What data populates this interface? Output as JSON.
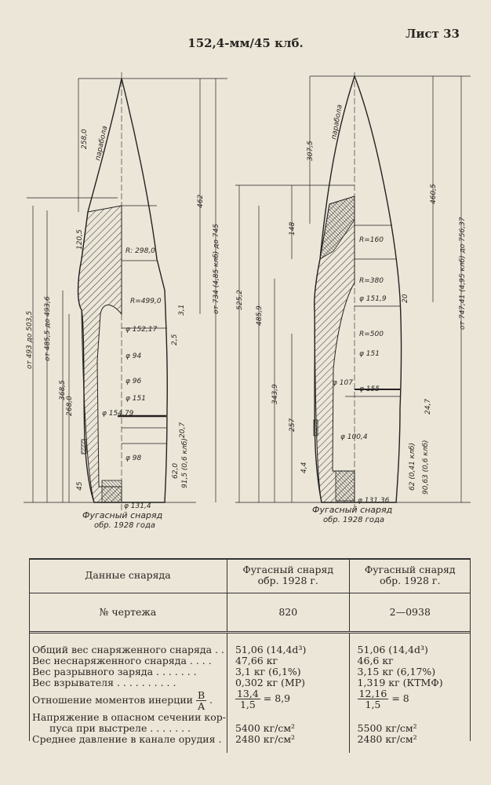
{
  "sheet_label": "Лист 33",
  "title": "152,4-мм/45 клб.",
  "left_drawing": {
    "caption_1": "Фугасный снаряд",
    "caption_2": "обр. 1928 года",
    "labels": [
      "258,0",
      "парабола",
      "120,5",
      "462",
      "от 734 (4,85 клб) до 745",
      "R: 298,0",
      "R=499,0",
      "φ 152,17",
      "φ 94",
      "φ 96",
      "φ 151",
      "φ 154,79",
      "φ 98",
      "φ 131,4",
      "от 493 до 503,5",
      "от 485,5 до 493,6",
      "368,5",
      "268,0",
      "45",
      "62,0",
      "91,5 (0,6 клб)",
      "20,7",
      "2,5",
      "3,1"
    ]
  },
  "right_drawing": {
    "caption_1": "Фугасный снаряд",
    "caption_2": "обр. 1928 года",
    "labels": [
      "307,5",
      "парабола",
      "148",
      "460,5",
      "от 747,41 (4,95 клб) до 756,37",
      "525,2",
      "485,9",
      "343,9",
      "257",
      "R=160",
      "R=380",
      "φ 151,9",
      "20",
      "R=500",
      "φ 151",
      "φ 107",
      "φ 155",
      "24,7",
      "φ 100,4",
      "4,4",
      "62 (0,41 клб)",
      "90,63 (0,6 клб)",
      "φ 131,36"
    ]
  },
  "table": {
    "headers": [
      "Данные снаряда",
      "Фугасный снаряд обр. 1928 г.",
      "Фугасный снаряд обр. 1928 г."
    ],
    "drawing_no_label": "№ чертежа",
    "drawing_no": [
      "820",
      "2—0938"
    ],
    "rows": [
      {
        "label": "Общий вес снаряженного снаряда . .",
        "v1": "51,06 (14,4d³)",
        "v2": "51,06 (14,4d³)"
      },
      {
        "label": "Вес неснаряженного снаряда . . . .",
        "v1": "47,66 кг",
        "v2": "46,6 кг"
      },
      {
        "label": "Вес разрывного заряда . . . . . . .",
        "v1": "3,1 кг (6,1%)",
        "v2": "3,15 кг (6,17%)"
      },
      {
        "label": "Вес взрывателя . . . . . . . . . .",
        "v1": "0,302 кг (МР)",
        "v2": "1,319 кг (КТМФ)"
      }
    ],
    "inertia": {
      "label": "Отношение моментов инерции",
      "frac_num": "B",
      "frac_den": "A",
      "v1_num": "13,4",
      "v1_den": "1,5",
      "v1_res": "= 8,9",
      "v2_num": "12,16",
      "v2_den": "1,5",
      "v2_res": "= 8"
    },
    "stress": {
      "label_1": "Напряжение в опасном сечении кор-",
      "label_2": "пуса при выстреле . . . . . . .",
      "v1": "5400 кг/см²",
      "v2": "5500 кг/см²"
    },
    "pressure": {
      "label": "Среднее давление в канале орудия .",
      "v1": "2480 кг/см²",
      "v2": "2480 кг/см²"
    }
  }
}
